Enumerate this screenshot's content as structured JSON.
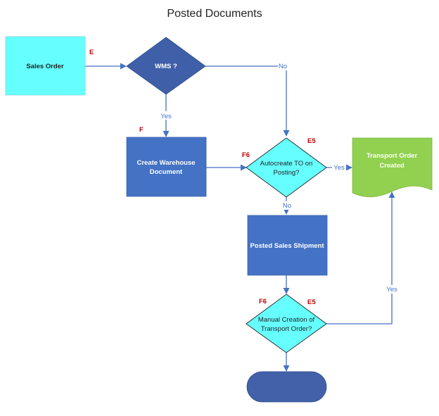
{
  "title": "Posted Documents",
  "colors": {
    "line": "#4472c4",
    "process_fill": "#4472c4",
    "cyan_fill": "#66ffff",
    "decision_dark_fill": "#3f5fa8",
    "decision_cyan_fill": "#66ffff",
    "document_fill": "#92d050",
    "terminator_fill": "#4261a8",
    "key_red": "#c00000",
    "edge_label": "#4472c4"
  },
  "nodes": {
    "sales_order": {
      "label": [
        "Sales Order"
      ]
    },
    "wms": {
      "label": [
        "WMS ?"
      ]
    },
    "create_warehouse": {
      "label": [
        "Create Warehouse",
        "Document"
      ]
    },
    "autocreate": {
      "label": [
        "Autocreate TO on",
        "Posting?"
      ]
    },
    "transport_order": {
      "label": [
        "Transport Order",
        "Created"
      ]
    },
    "posted_shipment": {
      "label": [
        "Posted Sales Shipment"
      ]
    },
    "manual_creation": {
      "label": [
        "Manual Creation of",
        "Transport Order?"
      ]
    },
    "terminator": {
      "label": []
    }
  },
  "edge_labels": {
    "wms_no": "No",
    "wms_yes": "Yes",
    "auto_yes": "Yes",
    "auto_no": "No",
    "manual_yes": "Yes"
  },
  "keys": {
    "sales_order_key": "E",
    "create_warehouse_key": "F",
    "autocreate_left_key": "F6",
    "autocreate_right_key": "E5",
    "manual_left_key": "F6",
    "manual_right_key": "E5"
  }
}
